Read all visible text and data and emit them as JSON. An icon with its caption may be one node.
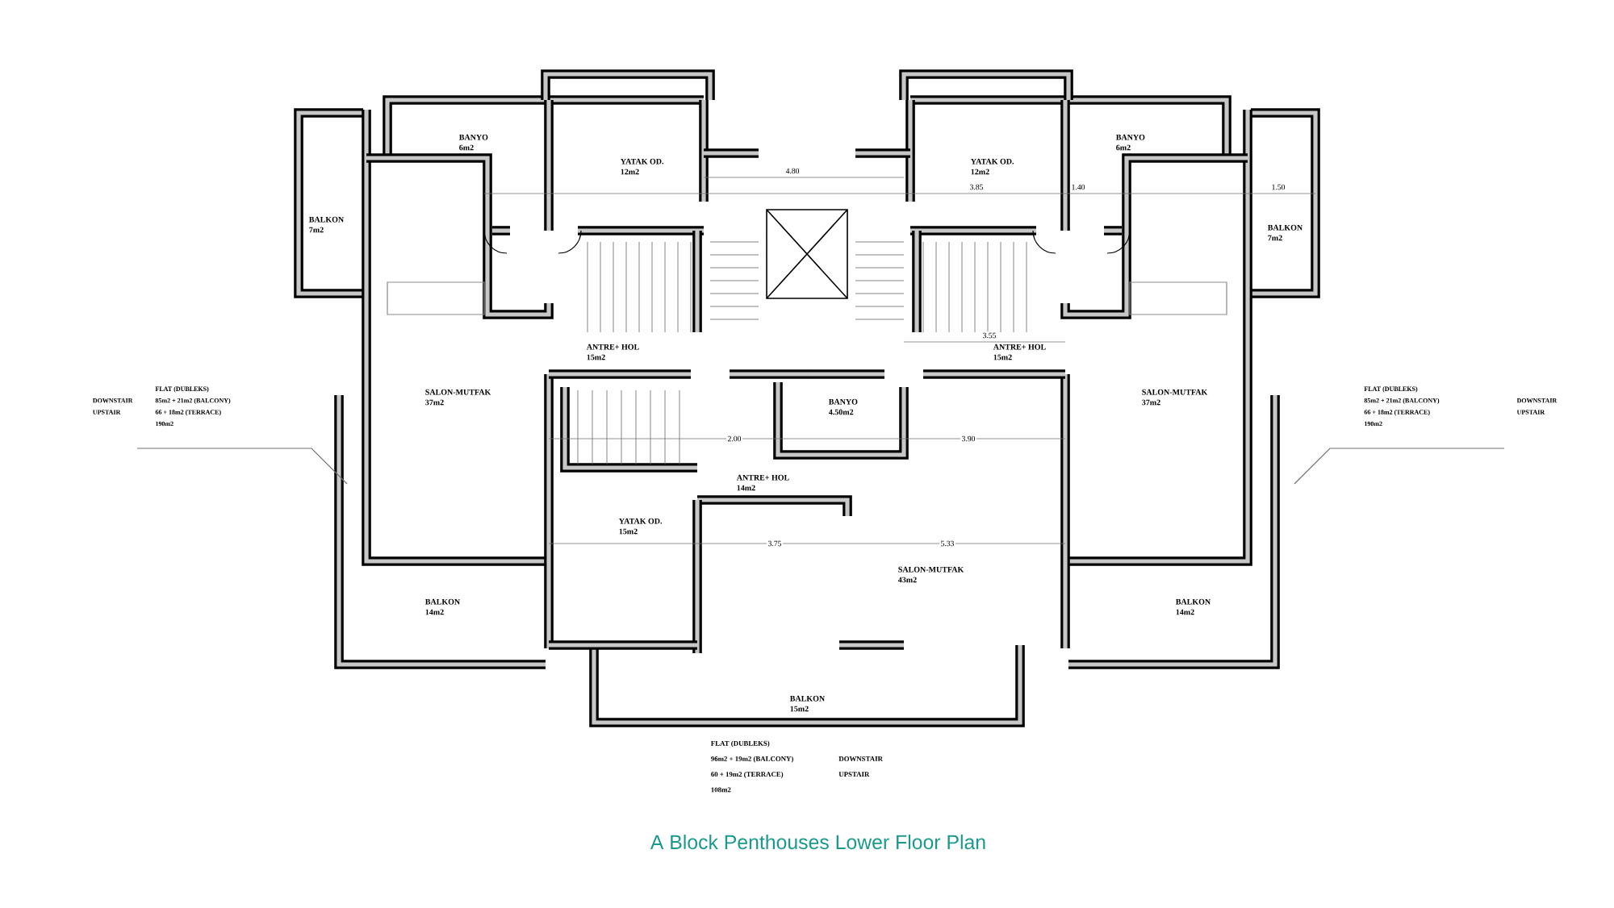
{
  "diagram": {
    "title": "A Block Penthouses Lower Floor Plan",
    "nodes": [
      {
        "text": [
          "FLAT (DUBLEKS)",
          "85m2 + 21m2 (BALCONY)",
          "66 + 18m2 (TERRACE)",
          "190m2",
          "DOWNSTAIR",
          "UPSTAIR"
        ]
      },
      {
        "text": [
          "FLAT (DUBLEKS)",
          "85m2 + 21m2 (BALCONY)",
          "66 + 18m2 (TERRACE)",
          "190m2",
          "DOWNSTAIR",
          "UPSTAIR"
        ]
      }
    ],
    "edges": [
      {
        "from": 0,
        "to": null,
        "arrow": "none"
      },
      {
        "from": 1,
        "to": null,
        "arrow": "none"
      }
    ],
    "labels": [
      "BANYO",
      "6m2",
      "YATAK OD.",
      "12m2",
      "4.80",
      "YATAK OD.",
      "12m2",
      "BANYO",
      "6m2",
      "3.85",
      "1.40",
      "1.50",
      "BALKON",
      "7m2",
      "BALKON",
      "7m2",
      "ANTRE+ HOL",
      "15m2",
      "3.55",
      "ANTRE+ HOL",
      "15m2",
      "SALON-MUTFAK",
      "37m2",
      "SALON-MUTFAK",
      "37m2",
      "2.00",
      "BANYO",
      "4.50m2",
      "3.90",
      "ANTRE+ HOL",
      "14m2",
      "YATAK OD.",
      "15m2",
      "3.75",
      "5.33",
      "SALON-MUTFAK",
      "43m2",
      "BALKON",
      "14m2",
      "BALKON",
      "14m2",
      "BALKON",
      "15m2",
      "FLAT (DUBLEKS)",
      "96m2 + 19m2 (BALCONY)",
      "DOWNSTAIR",
      "60 + 19m2 (TERRACE)",
      "UPSTAIR",
      "108m2"
    ]
  }
}
